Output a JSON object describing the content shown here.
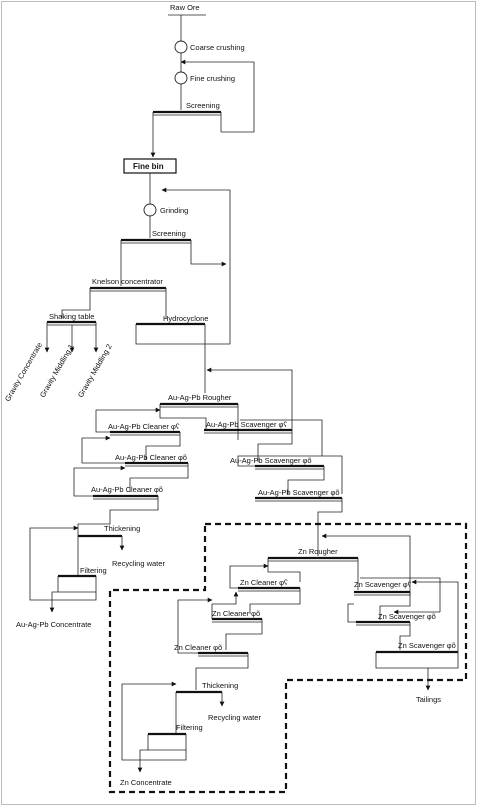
{
  "diagram": {
    "nodes": {
      "raw_ore": "Raw Ore",
      "coarse_crushing": "Coarse crushing",
      "fine_crushing": "Fine crushing",
      "screening_1": "Screening",
      "fine_bin": "Fine bin",
      "grinding": "Grinding",
      "screening_2": "Screening",
      "knelson": "Knelson concentrator",
      "shaking_table": "Shaking table",
      "hydrocyclone": "Hydrocyclone",
      "gravity_concentrate": "Gravity Concentrate",
      "gravity_middling_1": "Gravity Middling 1",
      "gravity_middling_2": "Gravity Middling 2",
      "auagpb_rougher": "Au-Ag-Pb Rougher",
      "auagpb_cleaner_1": "Au-Ag-Pb Cleaner φʕ",
      "auagpb_scavenger_1": "Au-Ag-Pb Scavenger φʕ",
      "auagpb_cleaner_2": "Au-Ag-Pb Cleaner φõ",
      "auagpb_scavenger_2": "Au-Ag-Pb Scavenger φõ",
      "auagpb_cleaner_3": "Au-Ag-Pb Cleaner φõ",
      "auagpb_scavenger_3": "Au-Ag-Pb Scavenger φõ",
      "thickening_1": "Thickening",
      "recycling_water_1": "Recycling water",
      "filtering_1": "Filtering",
      "auagpb_concentrate": "Au-Ag-Pb Concentrate",
      "zn_rougher": "Zn Rougher",
      "zn_cleaner_1": "Zn Cleaner φʕ",
      "zn_scavenger_1": "Zn Scavenger φʕ",
      "zn_cleaner_2": "Zn Cleaner φõ",
      "zn_scavenger_2": "Zn Scavenger φõ",
      "zn_cleaner_3": "Zn Cleaner φõ",
      "zn_scavenger_3": "Zn Scavenger φõ",
      "thickening_2": "Thickening",
      "recycling_water_2": "Recycling water",
      "filtering_2": "Filtering",
      "zn_concentrate": "Zn Concentrate",
      "tailings": "Tailings"
    }
  }
}
